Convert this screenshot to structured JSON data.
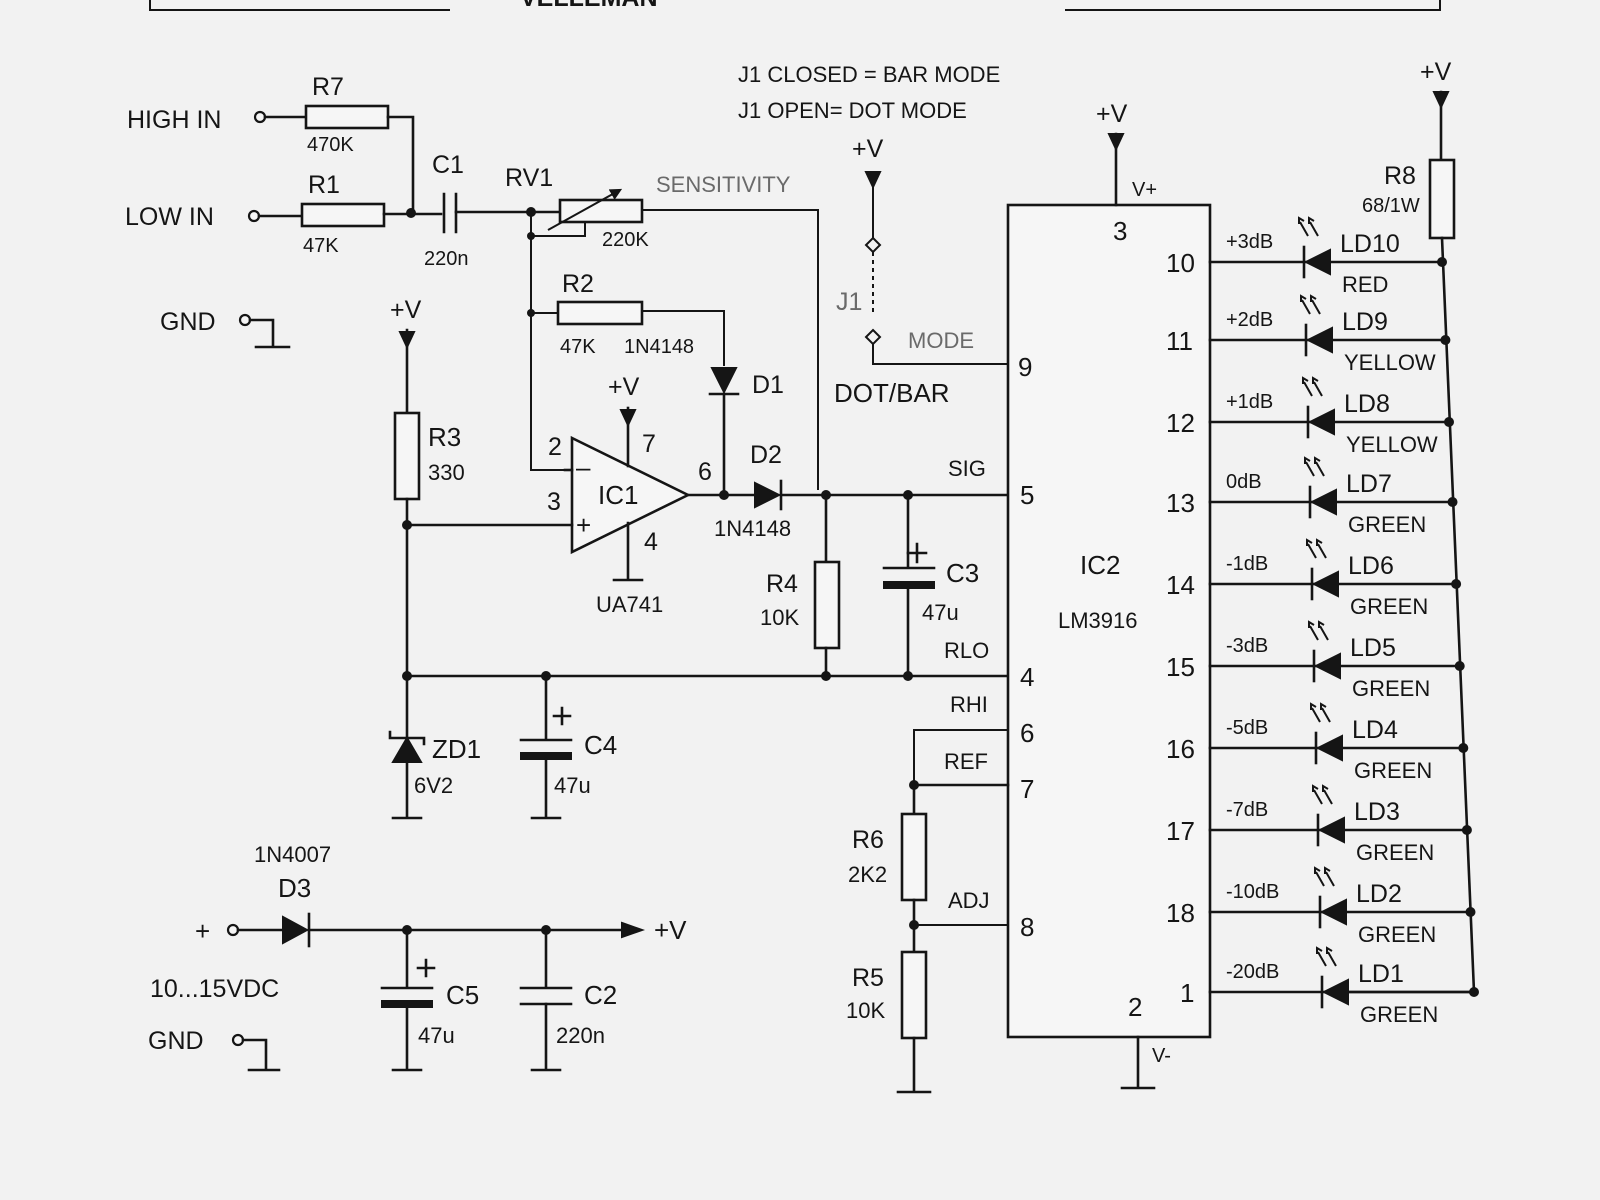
{
  "header": {
    "brand": "VELLEMAN"
  },
  "notes": {
    "line1": "J1 CLOSED = BAR MODE",
    "line2": "J1 OPEN= DOT MODE"
  },
  "inputs": {
    "high": "HIGH IN",
    "low": "LOW IN",
    "gnd": "GND"
  },
  "supply": {
    "plus": "+",
    "range": "10...15VDC",
    "gnd": "GND",
    "out": "+V"
  },
  "rails": {
    "vplus": "+V"
  },
  "components": {
    "R7": {
      "ref": "R7",
      "value": "470K"
    },
    "R1": {
      "ref": "R1",
      "value": "47K"
    },
    "C1": {
      "ref": "C1",
      "value": "220n"
    },
    "RV1": {
      "ref": "RV1",
      "value": "220K",
      "function": "SENSITIVITY"
    },
    "R2": {
      "ref": "R2",
      "value": "47K"
    },
    "D1": {
      "ref": "D1",
      "value": "1N4148"
    },
    "R3": {
      "ref": "R3",
      "value": "330"
    },
    "IC1": {
      "ref": "IC1",
      "value": "UA741"
    },
    "D2": {
      "ref": "D2",
      "value": "1N4148"
    },
    "R4": {
      "ref": "R4",
      "value": "10K"
    },
    "C3": {
      "ref": "C3",
      "value": "47u"
    },
    "ZD1": {
      "ref": "ZD1",
      "value": "6V2"
    },
    "C4": {
      "ref": "C4",
      "value": "47u"
    },
    "D3": {
      "ref": "D3",
      "value": "1N4007"
    },
    "C5": {
      "ref": "C5",
      "value": "47u"
    },
    "C2": {
      "ref": "C2",
      "value": "220n"
    },
    "R6": {
      "ref": "R6",
      "value": "2K2"
    },
    "R5": {
      "ref": "R5",
      "value": "10K"
    },
    "J1": {
      "ref": "J1",
      "function": "MODE",
      "mode": "DOT/BAR"
    },
    "IC2": {
      "ref": "IC2",
      "value": "LM3916"
    },
    "R8": {
      "ref": "R8",
      "value": "68/1W"
    }
  },
  "ic1_pins": {
    "inv": "2",
    "noninv": "3",
    "out": "6",
    "vcc": "7",
    "gnd": "4",
    "minus": "–",
    "plus": "+"
  },
  "ic2": {
    "vplus": "V+",
    "vminus": "V-",
    "pin3": "3",
    "pin2": "2",
    "pin9": "9",
    "pin5": "5",
    "pin4": "4",
    "pin6": "6",
    "pin7": "7",
    "pin8": "8",
    "sig": "SIG",
    "rlo": "RLO",
    "rhi": "RHI",
    "ref": "REF",
    "adj": "ADJ"
  },
  "leds": [
    {
      "pin": "10",
      "db": "+3dB",
      "ref": "LD10",
      "color": "RED"
    },
    {
      "pin": "11",
      "db": "+2dB",
      "ref": "LD9",
      "color": "YELLOW"
    },
    {
      "pin": "12",
      "db": "+1dB",
      "ref": "LD8",
      "color": "YELLOW"
    },
    {
      "pin": "13",
      "db": "0dB",
      "ref": "LD7",
      "color": "GREEN"
    },
    {
      "pin": "14",
      "db": "-1dB",
      "ref": "LD6",
      "color": "GREEN"
    },
    {
      "pin": "15",
      "db": "-3dB",
      "ref": "LD5",
      "color": "GREEN"
    },
    {
      "pin": "16",
      "db": "-5dB",
      "ref": "LD4",
      "color": "GREEN"
    },
    {
      "pin": "17",
      "db": "-7dB",
      "ref": "LD3",
      "color": "GREEN"
    },
    {
      "pin": "18",
      "db": "-10dB",
      "ref": "LD2",
      "color": "GREEN"
    },
    {
      "pin": "1",
      "db": "-20dB",
      "ref": "LD1",
      "color": "GREEN"
    }
  ]
}
